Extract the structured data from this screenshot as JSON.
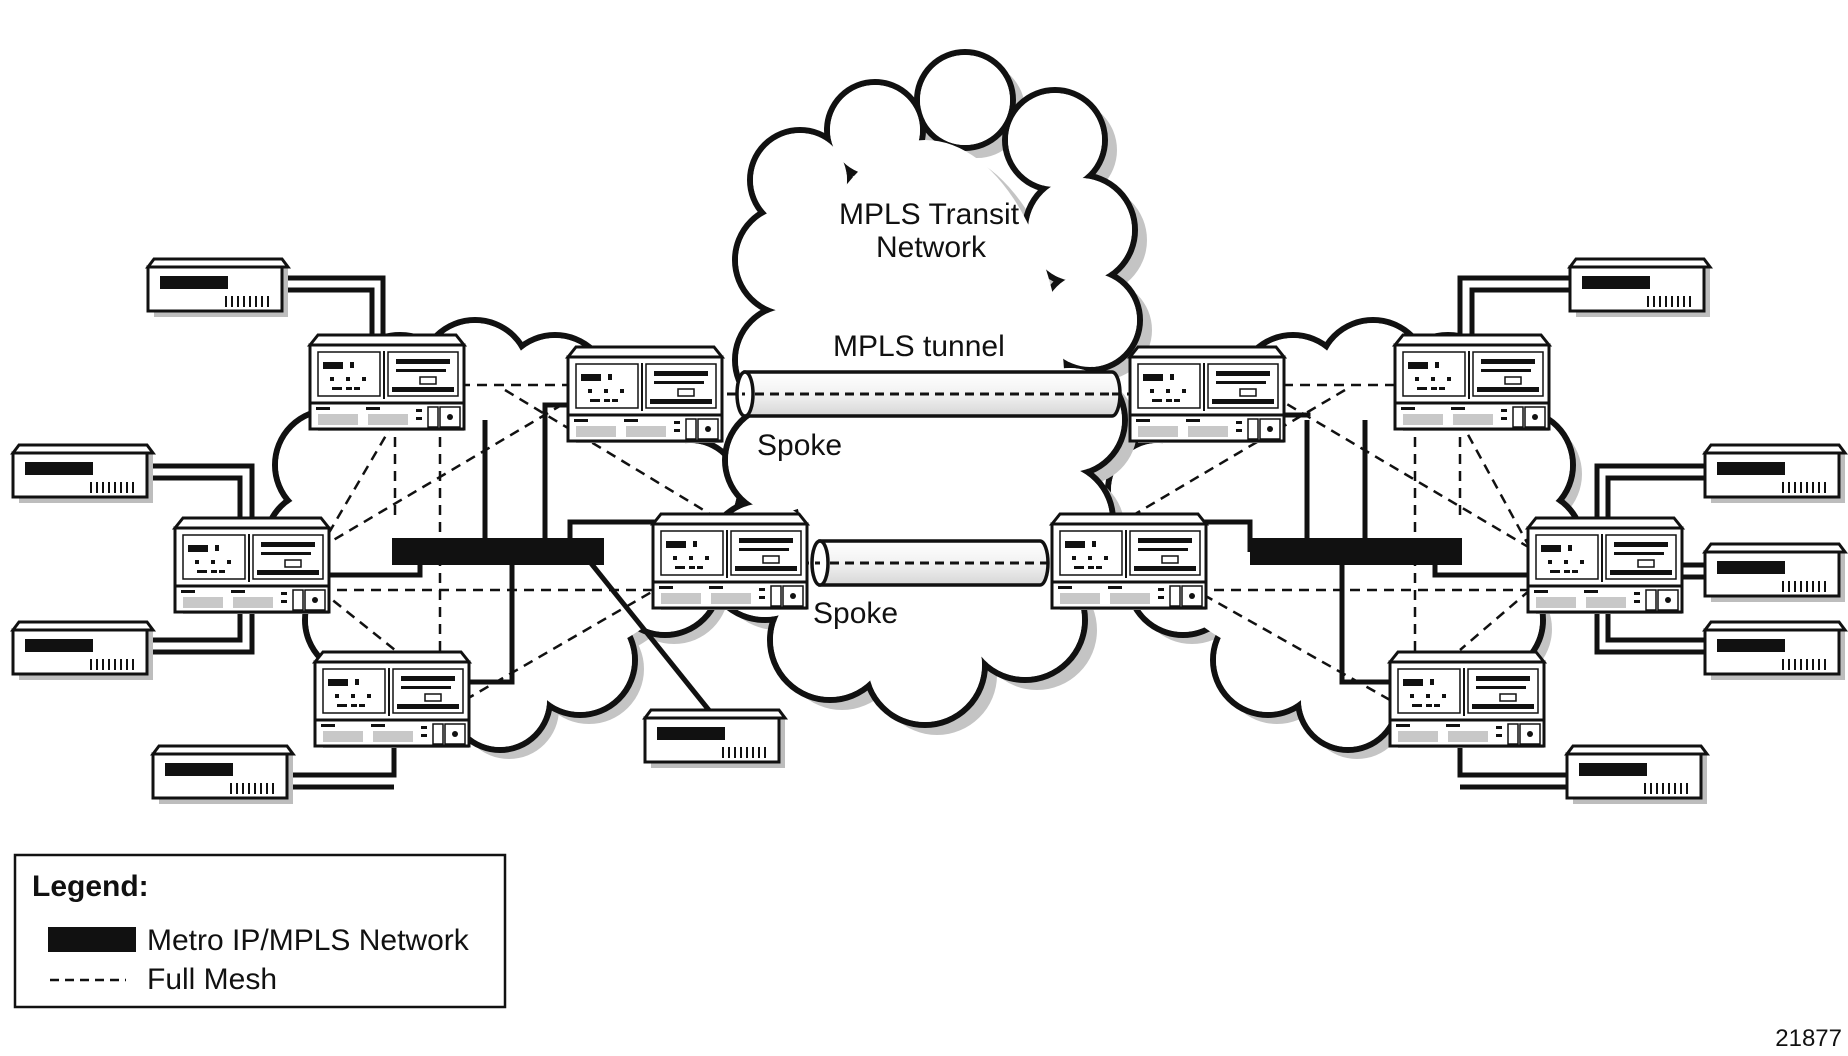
{
  "labels": {
    "transit_network_line1": "MPLS Transit",
    "transit_network_line2": "Network",
    "mpls_tunnel": "MPLS tunnel",
    "spoke_upper": "Spoke",
    "spoke_lower": "Spoke"
  },
  "legend": {
    "title": "Legend:",
    "items": [
      {
        "label": "Metro IP/MPLS Network",
        "symbol": "black-bar"
      },
      {
        "label": "Full Mesh",
        "symbol": "dashed-line"
      }
    ]
  },
  "figure_id": "21877",
  "colors": {
    "ink": "#111111",
    "shadow": "#bdbdbd",
    "panel_gray": "#c8c8c8"
  }
}
